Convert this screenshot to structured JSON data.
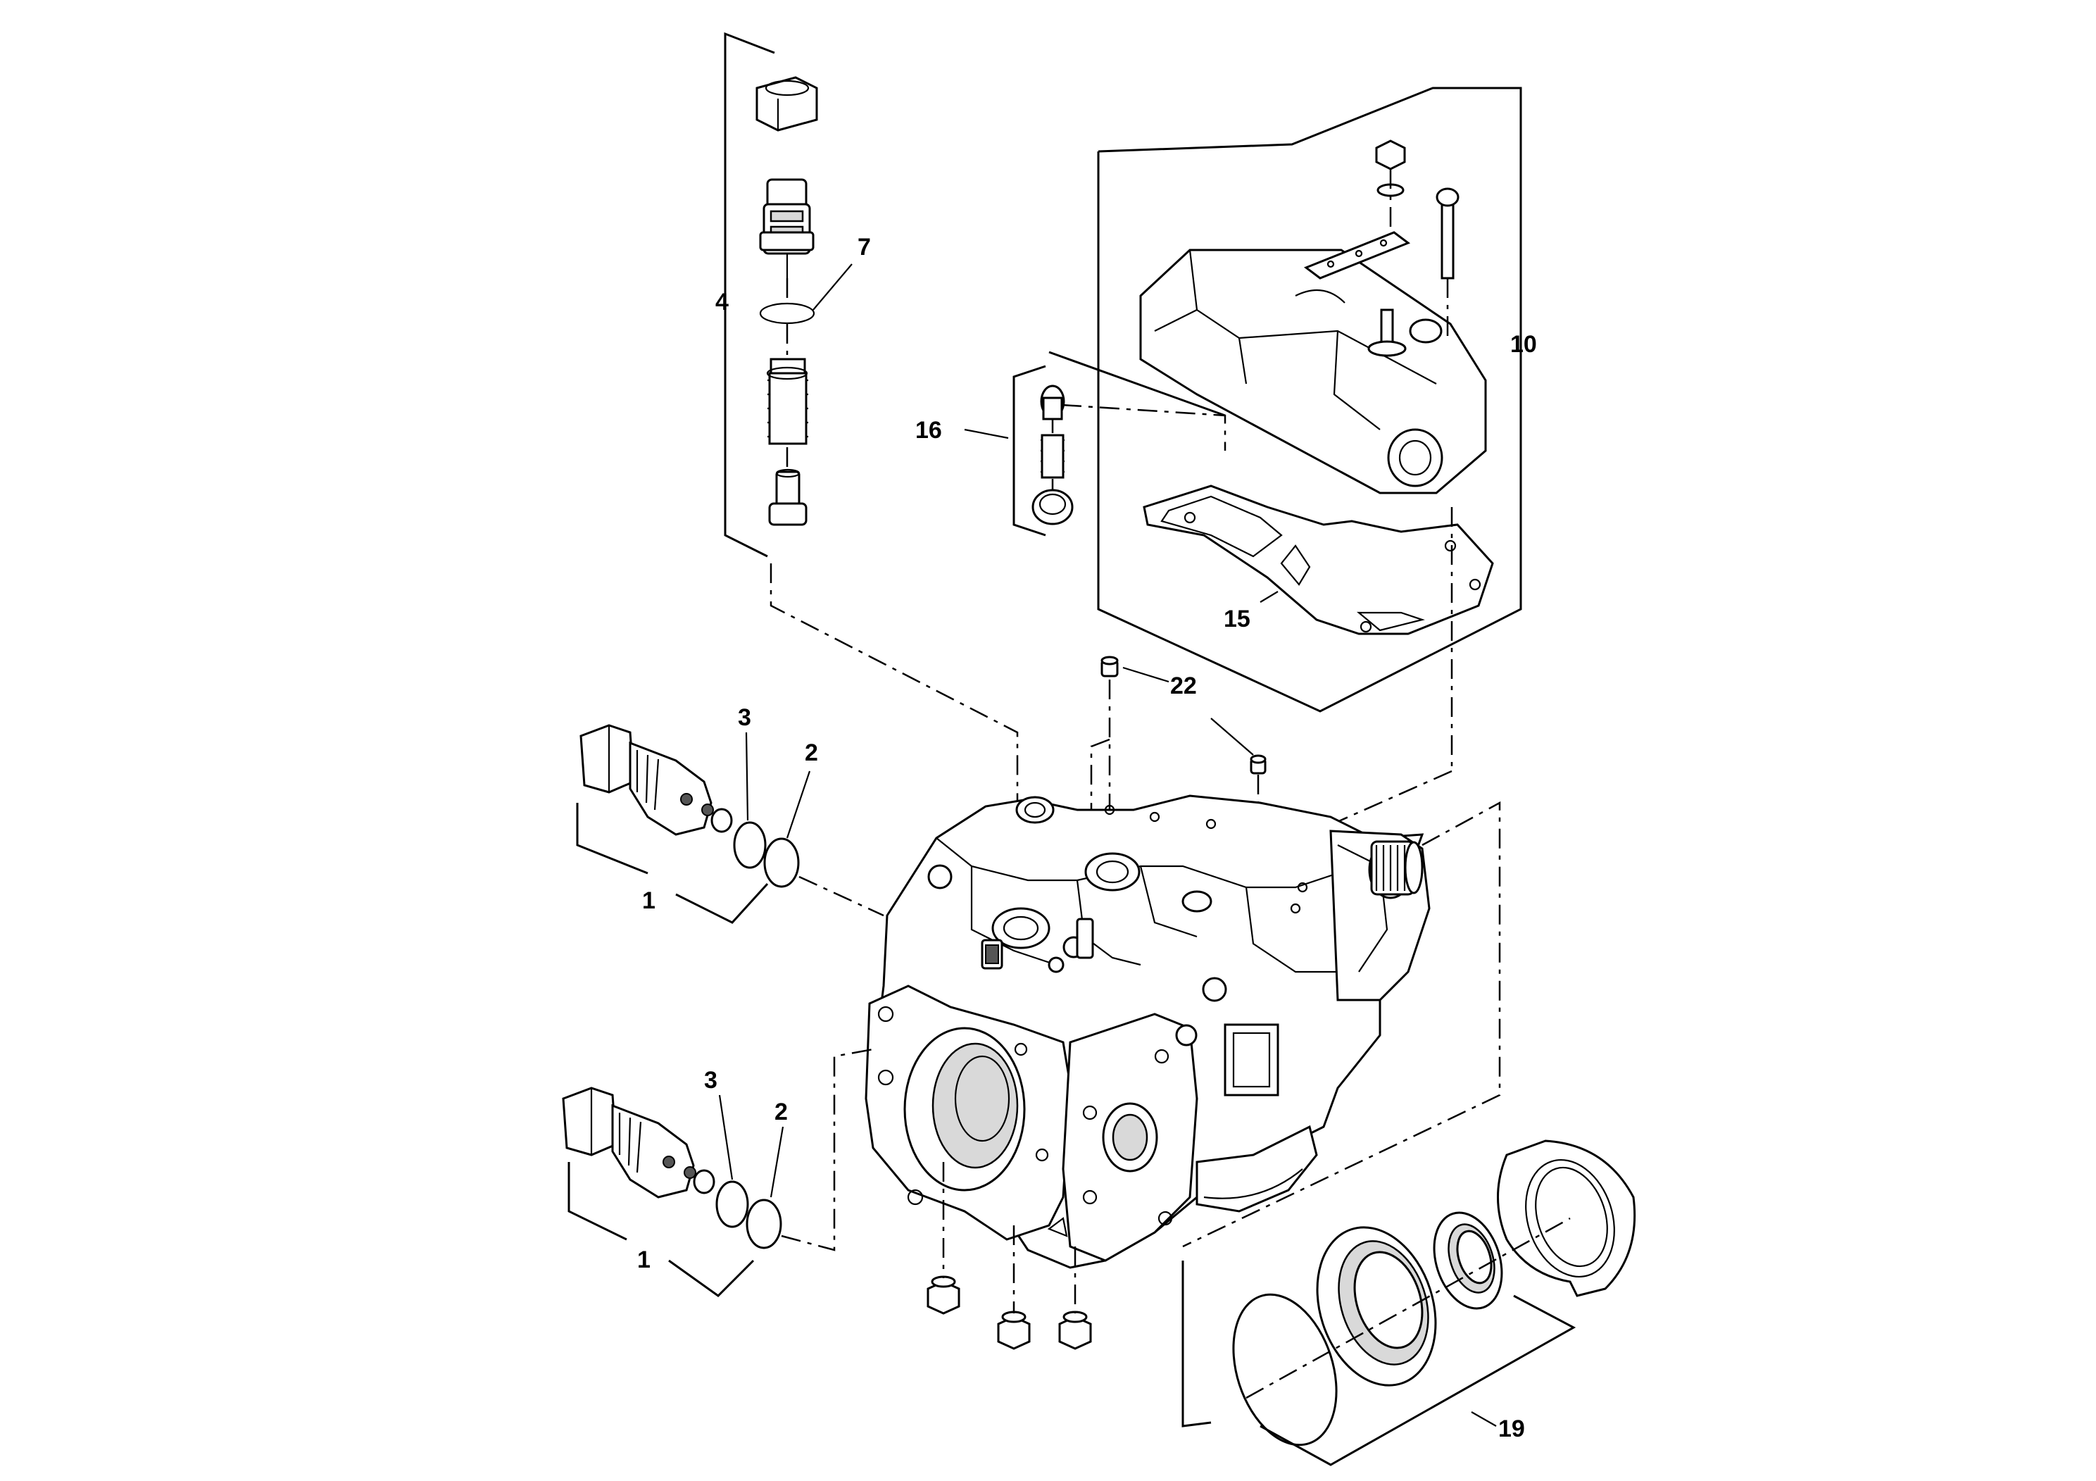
{
  "diagram": {
    "callouts": {
      "c1_upper": "1",
      "c1_lower": "1",
      "c2_upper": "2",
      "c2_lower": "2",
      "c3_upper": "3",
      "c3_lower": "3",
      "c4": "4",
      "c7": "7",
      "c10": "10",
      "c15": "15",
      "c16": "16",
      "c19": "19",
      "c22": "22"
    }
  }
}
